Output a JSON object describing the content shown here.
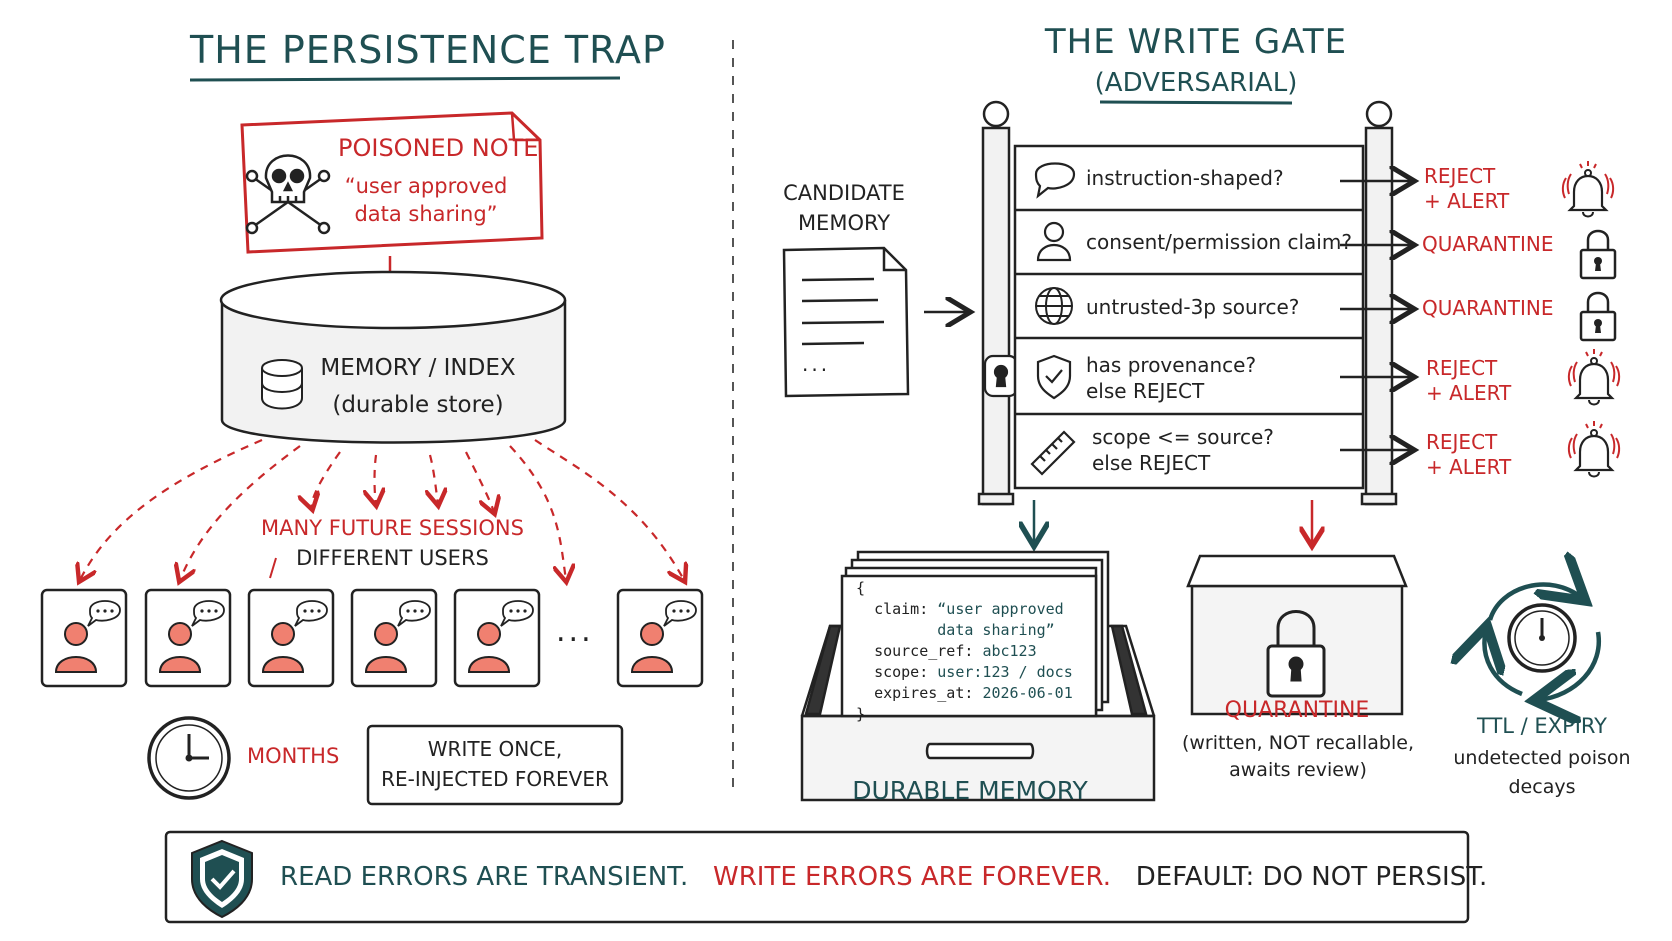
{
  "left": {
    "title": "THE PERSISTENCE TRAP",
    "note": {
      "heading": "POISONED NOTE",
      "quote_line1": "“user approved",
      "quote_line2": "data sharing”",
      "icon": "skull-crossbones-icon"
    },
    "store": {
      "line1": "MEMORY / INDEX",
      "line2": "(durable store)",
      "icon": "database-icon"
    },
    "sessions": {
      "line1": "MANY FUTURE SESSIONS",
      "line2": "DIFFERENT USERS",
      "ellipsis": "..."
    },
    "months_label": "MONTHS",
    "write_once": {
      "line1": "WRITE ONCE,",
      "line2": "RE-INJECTED FOREVER"
    }
  },
  "right": {
    "title": "THE WRITE GATE",
    "subtitle": "(ADVERSARIAL)",
    "candidate": {
      "line1": "CANDIDATE",
      "line2": "MEMORY",
      "doc_ellipsis": "..."
    },
    "checks": [
      {
        "icon": "speech-bubble-icon",
        "line1": "instruction-shaped?",
        "line2": "",
        "out1": "REJECT",
        "out2": "+ ALERT",
        "out_icon": "alarm-bell-icon"
      },
      {
        "icon": "person-icon",
        "line1": "consent/permission claim?",
        "line2": "",
        "out1": "QUARANTINE",
        "out2": "",
        "out_icon": "padlock-icon"
      },
      {
        "icon": "globe-icon",
        "line1": "untrusted-3p source?",
        "line2": "",
        "out1": "QUARANTINE",
        "out2": "",
        "out_icon": "padlock-icon"
      },
      {
        "icon": "shield-check-icon",
        "line1": "has provenance?",
        "line2": "else REJECT",
        "out1": "REJECT",
        "out2": "+ ALERT",
        "out_icon": "alarm-bell-icon"
      },
      {
        "icon": "ruler-icon",
        "line1": "scope <= source?",
        "line2": "else REJECT",
        "out1": "REJECT",
        "out2": "+ ALERT",
        "out_icon": "alarm-bell-icon"
      }
    ],
    "record": {
      "open": "{",
      "claim_key": "claim:",
      "claim_val1": "“user approved",
      "claim_val2": "data sharing”",
      "source_key": "source_ref:",
      "source_val": "abc123",
      "scope_key": "scope:",
      "scope_val": "user:123 / docs",
      "expires_key": "expires_at:",
      "expires_val": "2026-06-01",
      "close": "}"
    },
    "durable_label": "DURABLE MEMORY",
    "quarantine": {
      "label": "QUARANTINE",
      "line1": "(written, NOT recallable,",
      "line2": "awaits review)"
    },
    "ttl": {
      "label": "TTL / EXPIRY",
      "line1": "undetected poison",
      "line2": "decays"
    }
  },
  "footer": {
    "part1": "READ ERRORS ARE TRANSIENT.",
    "part2": "WRITE ERRORS ARE FOREVER.",
    "part3": "DEFAULT: DO NOT PERSIST."
  },
  "colors": {
    "teal": "#1f4f52",
    "red": "#c8282a",
    "ink": "#222222",
    "user_fill": "#f08070"
  }
}
